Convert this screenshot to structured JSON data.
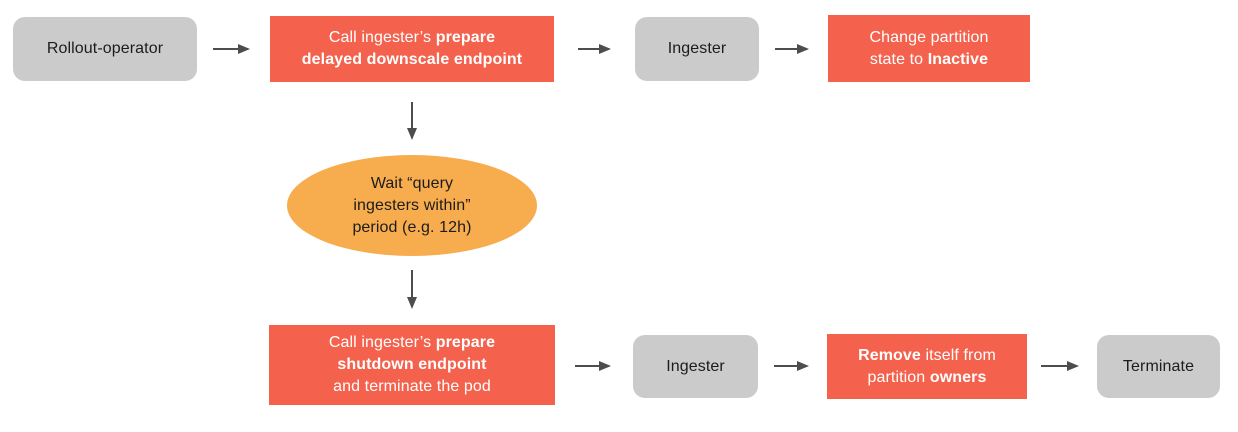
{
  "diagram": {
    "colors": {
      "action_bg": "#f4624d",
      "action_text": "#ffffff",
      "entity_bg": "#cbcbcc",
      "entity_text": "#1c1c1c",
      "wait_bg": "#f7ac4e",
      "wait_text": "#1c1c1c",
      "arrow": "#4d4d4d",
      "background": "#ffffff"
    },
    "nodes": {
      "rollout_operator": {
        "type": "entity",
        "label": "Rollout-operator"
      },
      "prepare_delayed_downscale": {
        "type": "action",
        "lines": [
          [
            {
              "t": "Call ingester’s "
            },
            {
              "t": "prepare",
              "b": true
            }
          ],
          [
            {
              "t": "delayed downscale endpoint",
              "b": true
            }
          ]
        ]
      },
      "ingester_top": {
        "type": "entity",
        "label": "Ingester"
      },
      "change_partition_state": {
        "type": "action",
        "lines": [
          [
            {
              "t": "Change partition"
            }
          ],
          [
            {
              "t": "state to "
            },
            {
              "t": "Inactive",
              "b": true
            }
          ]
        ]
      },
      "wait_period": {
        "type": "wait",
        "lines": [
          [
            {
              "t": "Wait “query"
            }
          ],
          [
            {
              "t": "ingesters within”"
            }
          ],
          [
            {
              "t": "period (e.g. 12h)"
            }
          ]
        ]
      },
      "prepare_shutdown": {
        "type": "action",
        "lines": [
          [
            {
              "t": "Call ingester’s "
            },
            {
              "t": "prepare",
              "b": true
            }
          ],
          [
            {
              "t": "shutdown endpoint",
              "b": true
            }
          ],
          [
            {
              "t": "and terminate the pod"
            }
          ]
        ]
      },
      "ingester_bottom": {
        "type": "entity",
        "label": "Ingester"
      },
      "remove_from_owners": {
        "type": "action",
        "lines": [
          [
            {
              "t": "Remove",
              "b": true
            },
            {
              "t": " itself from"
            }
          ],
          [
            {
              "t": "partition "
            },
            {
              "t": "owners",
              "b": true
            }
          ]
        ]
      },
      "terminate": {
        "type": "entity",
        "label": "Terminate"
      }
    },
    "edges": [
      {
        "from": "rollout_operator",
        "to": "prepare_delayed_downscale"
      },
      {
        "from": "prepare_delayed_downscale",
        "to": "ingester_top"
      },
      {
        "from": "ingester_top",
        "to": "change_partition_state"
      },
      {
        "from": "prepare_delayed_downscale",
        "to": "wait_period"
      },
      {
        "from": "wait_period",
        "to": "prepare_shutdown"
      },
      {
        "from": "prepare_shutdown",
        "to": "ingester_bottom"
      },
      {
        "from": "ingester_bottom",
        "to": "remove_from_owners"
      },
      {
        "from": "remove_from_owners",
        "to": "terminate"
      }
    ]
  }
}
